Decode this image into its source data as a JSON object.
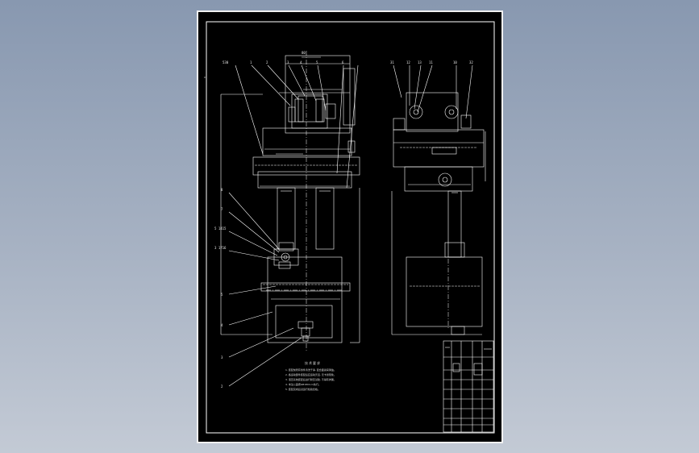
{
  "viewer": {
    "background_top": "#8898b0",
    "background_bottom": "#c3cad5",
    "paper_color": "#000000",
    "line_color": "#ffffff"
  },
  "drawing": {
    "dimension_top": "80",
    "left_callouts": [
      "8",
      "7",
      "5 1415",
      "3 1716",
      "5",
      "4",
      "3",
      "2"
    ],
    "top_callouts_front": [
      "530",
      "1",
      "2",
      "3",
      "4",
      "5",
      "6"
    ],
    "top_callouts_side": [
      "31",
      "12",
      "13",
      "11",
      "10",
      "32"
    ],
    "notes_title": "技术要求",
    "notes": [
      "1. 装配前所有零件清洗干净, 配合面涂润滑油。",
      "2. 各运动部件装配后应运动灵活, 无卡滞现象。",
      "3. 液压系统装配后进行耐压试验, 不得有渗漏。",
      "4. 未注公差按GB1804-m执行。",
      "5. 装配完成后试运行检验合格。"
    ]
  }
}
